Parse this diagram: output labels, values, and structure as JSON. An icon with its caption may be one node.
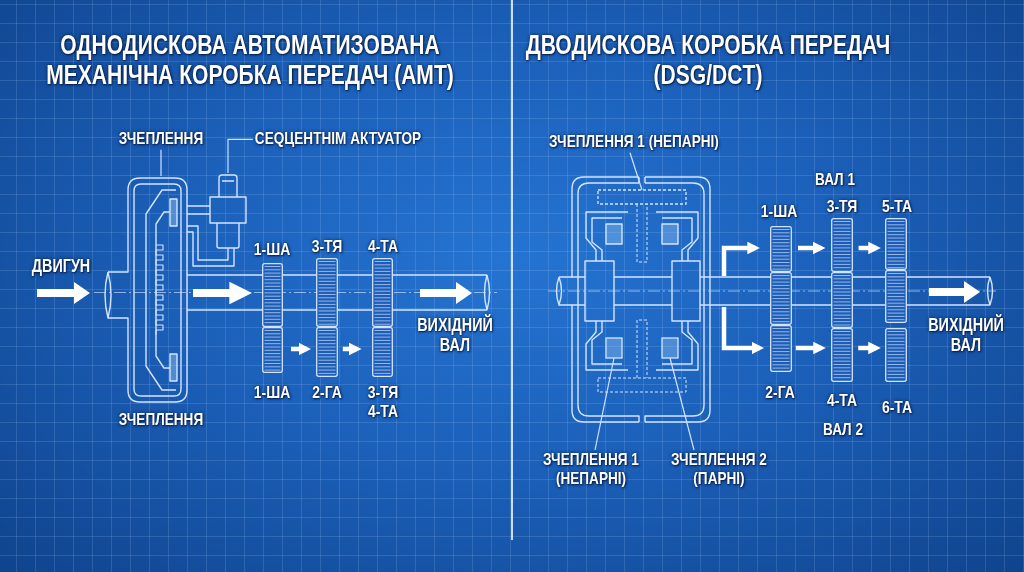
{
  "diagram": {
    "nodes": [
      {
        "text": [
          "ЗЧЕПЛЕННЯ"
        ]
      },
      {
        "text": [],
        "shape": "picture"
      },
      {
        "text": [
          "СЕQЦЕНТНІМ АКТУАТОР"
        ]
      },
      {
        "text": [],
        "shape": "picture"
      },
      {
        "text": [
          "1-ША"
        ]
      },
      {
        "text": [
          "3-ТЯ"
        ]
      },
      {
        "text": [
          "4-ТА"
        ]
      },
      {
        "text": [
          "1-ША"
        ]
      },
      {
        "text": [
          "2-ГА"
        ]
      },
      {
        "text": [
          "3-ТЯ 4-ТА"
        ]
      },
      {
        "text": [
          "ЗЧЕПЛЕННЯ 1 (НЕПАРНІ)"
        ]
      },
      {
        "text": [],
        "shape": "box"
      },
      {
        "text": [],
        "shape": "box"
      },
      {
        "text": [],
        "shape": "box"
      },
      {
        "text": [
          "1-ША"
        ]
      },
      {
        "text": [
          "3-ТЯ"
        ]
      },
      {
        "text": [
          "5-ТА"
        ]
      },
      {
        "text": [
          "2-ГА"
        ]
      },
      {
        "text": [
          "4-ТА"
        ]
      },
      {
        "text": [
          "6-ТА"
        ]
      },
      {
        "text": [
          "ЗЧЕПЛЕННЯ 1 (НЕПАРНІ)"
        ]
      },
      {
        "text": [
          "ЗЧЕПЛЕННЯ 2 (ПАРНІ)"
        ]
      },
      {
        "text": [],
        "shape": "cylinder"
      },
      {
        "text": [],
        "shape": "box"
      },
      {
        "text": [],
        "shape": "box"
      },
      {
        "text": [],
        "shape": "box"
      }
    ],
    "edges": [
      {
        "from": 0,
        "to": 1,
        "arrow": "none",
        "color": "#cfe2ff"
      },
      {
        "from": 2,
        "to": 3,
        "arrow": "none",
        "color": "#cfe2ff"
      },
      {
        "from": 7,
        "to": 8,
        "arrow": "to"
      },
      {
        "from": 8,
        "to": 9,
        "arrow": "to"
      },
      {
        "from": 10,
        "to": 11,
        "arrow": "none",
        "color": "#cfe2ff"
      },
      {
        "from": 22,
        "to": 14,
        "arrow": "to"
      },
      {
        "from": 22,
        "to": 17,
        "arrow": "to"
      },
      {
        "from": 14,
        "to": 15,
        "arrow": "to"
      },
      {
        "from": 15,
        "to": 16,
        "arrow": "to"
      },
      {
        "from": 17,
        "to": 18,
        "arrow": "to"
      },
      {
        "from": 18,
        "to": 19,
        "arrow": "to"
      },
      {
        "from": 20,
        "to": 12,
        "arrow": "none",
        "color": "#cfe2ff"
      },
      {
        "from": 21,
        "to": 13,
        "arrow": "none",
        "color": "#cfe2ff"
      },
      {
        "from": 1,
        "to": 4,
        "arrow": "to",
        "style": "thick"
      }
    ],
    "labels": [
      "ОДНОДИСКОВА АВТОМАТИЗОВАНА МЕХАНІЧНА КОРОБКА ПЕРЕДАЧ (АМТ)",
      "ДВОДИСКОВА КОРОБКА ПЕРЕДАЧ (DSG/DCT)",
      "ВАЛ 1",
      "ДВИГУН",
      "ВИХІДНИЙ ВАЛ",
      "ВИХІДНИЙ ВАЛ",
      "ЗЧЕПЛЕННЯ",
      "ВАЛ 2"
    ]
  }
}
